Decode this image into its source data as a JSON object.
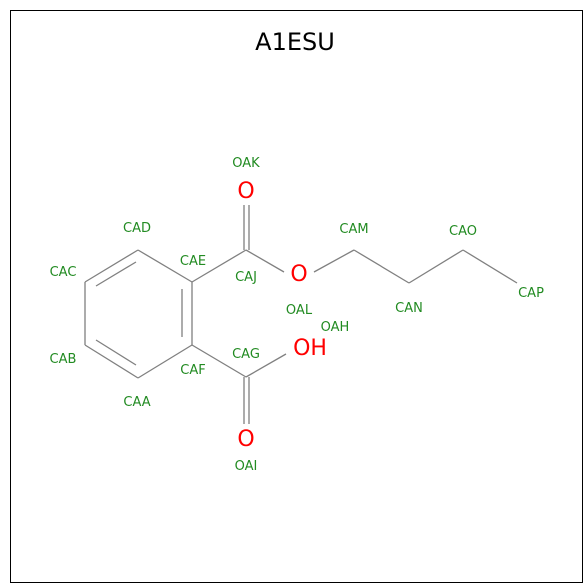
{
  "title": "A1ESU",
  "colors": {
    "background": "#ffffff",
    "frame_border": "#000000",
    "bond": "#808080",
    "atom_label": "#228b22",
    "oxygen": "#ff0000",
    "title": "#000000"
  },
  "element_symbols": {
    "OK_dbl": "O",
    "OI_dbl": "O",
    "OH_grp": "OH",
    "OL_ester": "O"
  },
  "atom_names": {
    "CAA": "CAA",
    "CAB": "CAB",
    "CAC": "CAC",
    "CAD": "CAD",
    "CAE": "CAE",
    "CAF": "CAF",
    "CAG": "CAG",
    "CAJ": "CAJ",
    "CAM": "CAM",
    "CAN": "CAN",
    "CAO": "CAO",
    "CAP": "CAP",
    "OAK": "OAK",
    "OAL": "OAL",
    "OAH": "OAH",
    "OAI": "OAI"
  }
}
